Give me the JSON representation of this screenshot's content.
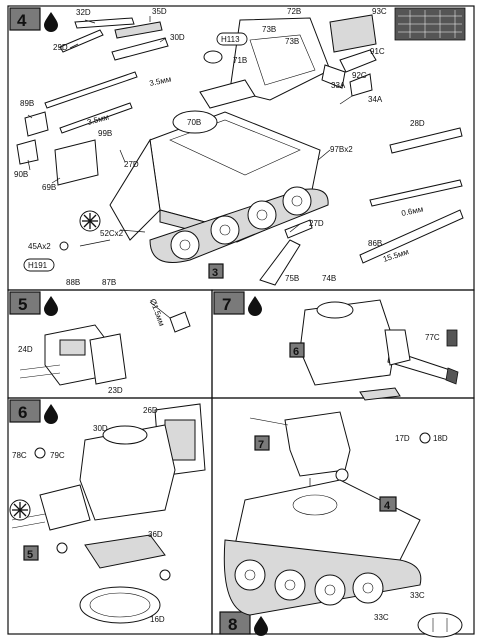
{
  "steps": {
    "s4": "4",
    "s5": "5",
    "s6": "6",
    "s7": "7",
    "s8": "8"
  },
  "subassembly_refs": {
    "ref3": "3",
    "ref5": "5",
    "ref6": "6",
    "ref7": "7",
    "ref4": "4"
  },
  "paint_callouts": {
    "h113": "H113",
    "h191": "H191"
  },
  "part_labels": {
    "step4": [
      "32D",
      "35D",
      "29D",
      "30D",
      "72B",
      "73B",
      "73B",
      "93C",
      "91C",
      "92C",
      "33A",
      "34A",
      "71B",
      "89B",
      "90B",
      "69B",
      "70B",
      "99B",
      "27D",
      "97Bx2",
      "28D",
      "45Ax2",
      "52Cx2",
      "27D",
      "86B",
      "88B",
      "87B",
      "75B",
      "74B"
    ],
    "step5": [
      "24D",
      "23D"
    ],
    "step6": [
      "26D",
      "30D",
      "78C",
      "79C",
      "36D",
      "16D"
    ],
    "step7": [
      "77C"
    ],
    "step8": [
      "17D",
      "18D",
      "33C",
      "33C"
    ]
  },
  "dimensions": {
    "d35a": "3.5мм",
    "d35b": "3.5мм",
    "d06": "0.6мм",
    "d155": "15.5мм",
    "d15": "Ø1.5мм"
  }
}
